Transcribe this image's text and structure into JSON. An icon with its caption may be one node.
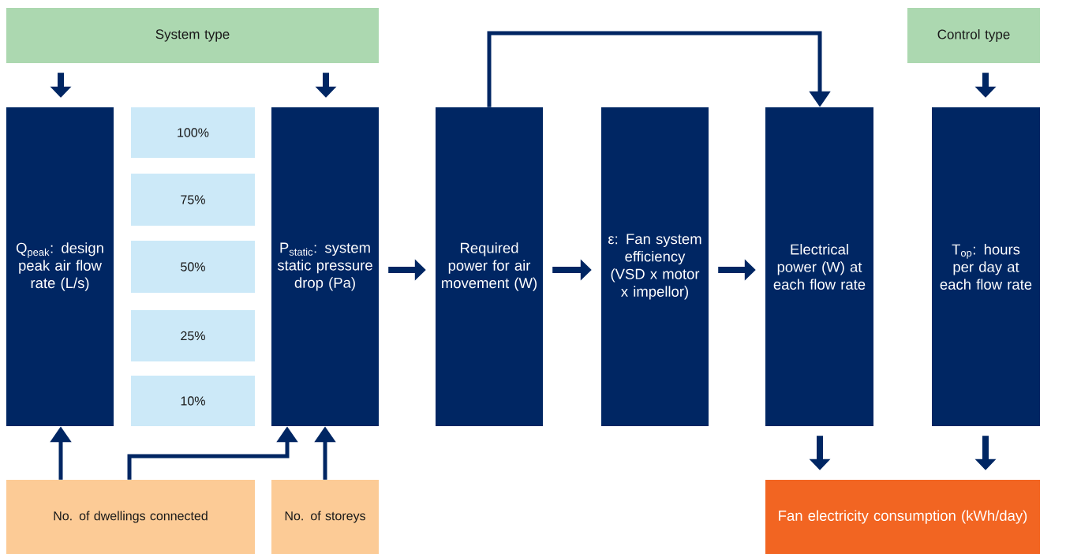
{
  "diagram": {
    "nodes": [
      {
        "text": [
          "System type"
        ]
      },
      {
        "text": [
          "Control type"
        ]
      },
      {
        "text": [
          "Q$_{peak}$: design peak air flow rate (L/s)"
        ]
      },
      {
        "text": [
          "100%"
        ]
      },
      {
        "text": [
          "75%"
        ]
      },
      {
        "text": [
          "50%"
        ]
      },
      {
        "text": [
          "25%"
        ]
      },
      {
        "text": [
          "10%"
        ]
      },
      {
        "text": [
          "P$_{static}$: system static pressure drop (Pa)"
        ]
      },
      {
        "text": [
          "Required power for air movement (W)"
        ]
      },
      {
        "text": [
          "ε: Fan system efficiency (VSD x motor x impellor)"
        ]
      },
      {
        "text": [
          "Electrical power (W) at each flow rate"
        ]
      },
      {
        "text": [
          "T$_{op}$: hours per day at each flow rate"
        ]
      },
      {
        "text": [
          "No. of dwellings connected"
        ]
      },
      {
        "text": [
          "No. of storeys"
        ]
      },
      {
        "text": [
          "Fan electricity consumption (kWh/day)"
        ]
      }
    ],
    "edges": [
      {
        "from": 0,
        "to": 2,
        "arrow": "to"
      },
      {
        "from": 0,
        "to": 8,
        "arrow": "to"
      },
      {
        "from": 8,
        "to": 9,
        "arrow": "to"
      },
      {
        "from": 9,
        "to": 10,
        "arrow": "to"
      },
      {
        "from": 10,
        "to": 11,
        "arrow": "to"
      },
      {
        "from": 9,
        "to": 11,
        "arrow": "to"
      },
      {
        "from": 1,
        "to": 12,
        "arrow": "to"
      },
      {
        "from": 11,
        "to": 15,
        "arrow": "to"
      },
      {
        "from": 12,
        "to": 15,
        "arrow": "to"
      },
      {
        "from": 13,
        "to": 2,
        "arrow": "to"
      },
      {
        "from": 13,
        "to": 8,
        "arrow": "to"
      },
      {
        "from": 14,
        "to": 8,
        "arrow": "to"
      }
    ]
  }
}
